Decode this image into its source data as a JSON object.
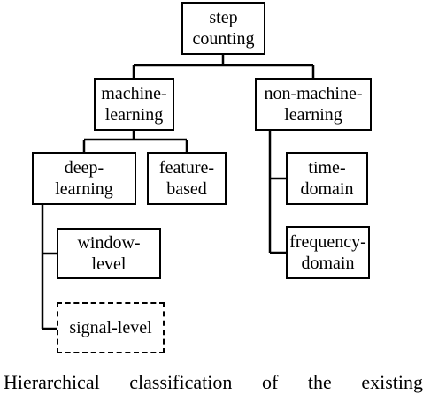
{
  "nodes": {
    "root": {
      "label": "step\ncounting"
    },
    "ml": {
      "label": "machine-\nlearning"
    },
    "nml": {
      "label": "non-machine-\nlearning"
    },
    "dl": {
      "label": "deep-\nlearning"
    },
    "fb": {
      "label": "feature-\nbased"
    },
    "time": {
      "label": "time-\ndomain"
    },
    "freq": {
      "label": "frequency-\ndomain"
    },
    "window": {
      "label": "window-\nlevel"
    },
    "signal": {
      "label": "signal-level",
      "style": "dashed"
    }
  },
  "caption": "Hierarchical classification of the existing"
}
